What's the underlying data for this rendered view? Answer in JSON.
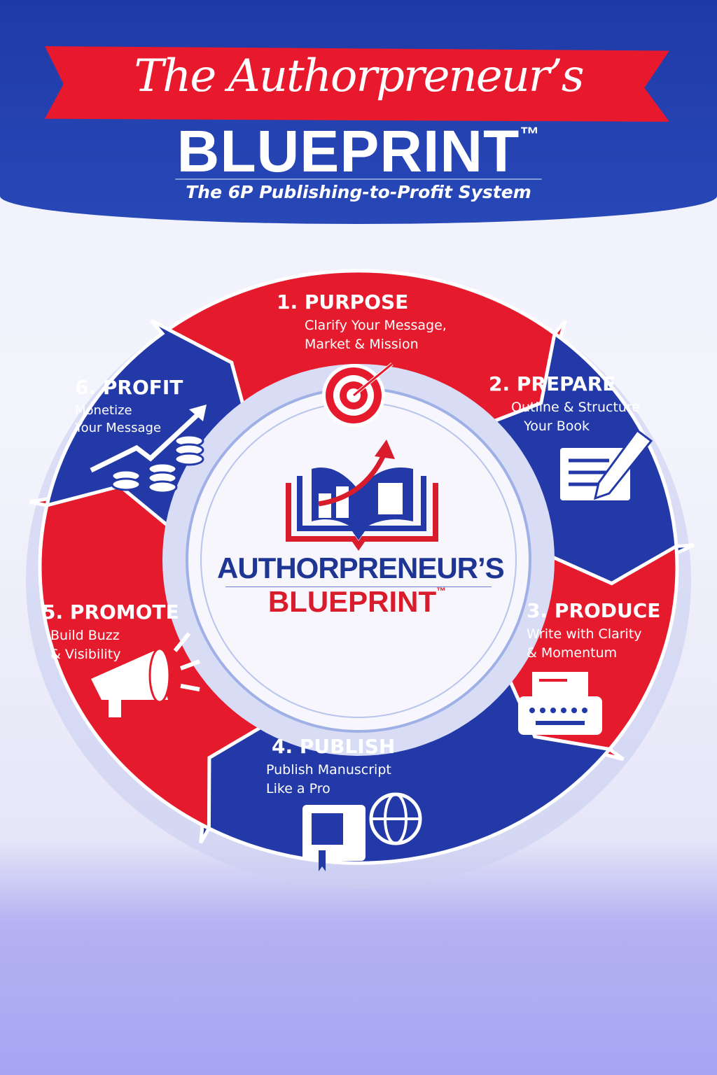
{
  "header": {
    "title_script": "The Authorpreneur’s",
    "title_main": "BLUEPRINT",
    "trademark": "™",
    "subtitle": "The 6P Publishing-to-Profit System"
  },
  "center_logo": {
    "line1": "AUTHORPRENEUR’S",
    "line2": "BLUEPRINT",
    "trademark": "™"
  },
  "steps": [
    {
      "title": "1. PURPOSE",
      "line1": "Clarify Your Message,",
      "line2": "Market & Mission",
      "icon": "target-icon",
      "color": "#e51b2d"
    },
    {
      "title": "2. PREPARE",
      "line1": "Outline & Structure",
      "line2": "Your Book",
      "icon": "notepad-pencil-icon",
      "color": "#2339a8"
    },
    {
      "title": "3. PRODUCE",
      "line1": "Write with Clarity",
      "line2": "& Momentum",
      "icon": "typewriter-icon",
      "color": "#e51b2d"
    },
    {
      "title": "4. PUBLISH",
      "line1": "Publish Manuscript",
      "line2": "Like a Pro",
      "icon": "book-globe-icon",
      "color": "#2339a8"
    },
    {
      "title": "5. PROMOTE",
      "line1": "Build Buzz",
      "line2": "& Visibility",
      "icon": "megaphone-icon",
      "color": "#e51b2d"
    },
    {
      "title": "6. PROFIT",
      "line1": "Monetize",
      "line2": "Your Message",
      "icon": "coins-growth-icon",
      "color": "#2339a8"
    }
  ],
  "colors": {
    "red": "#e51b2d",
    "blue": "#2339a8",
    "light_ring": "#c7cff0"
  }
}
